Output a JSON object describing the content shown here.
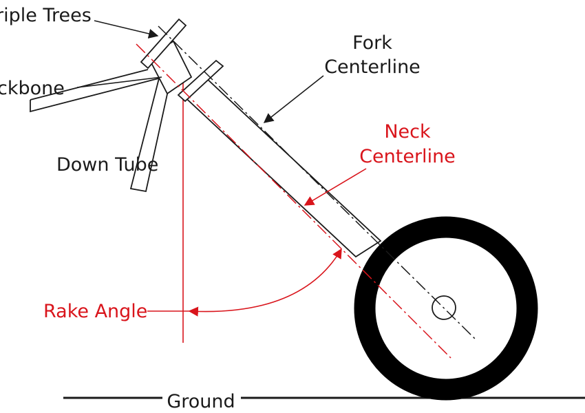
{
  "labels": {
    "triple_trees": "riple Trees",
    "backbone": "ckbone",
    "down_tube": "Down Tube",
    "fork_centerline_line1": "Fork",
    "fork_centerline_line2": "Centerline",
    "neck_centerline_line1": "Neck",
    "neck_centerline_line2": "Centerline",
    "rake_angle": "Rake Angle",
    "ground": "Ground"
  },
  "colors": {
    "black": "#1a1a1a",
    "red": "#d9141b"
  }
}
